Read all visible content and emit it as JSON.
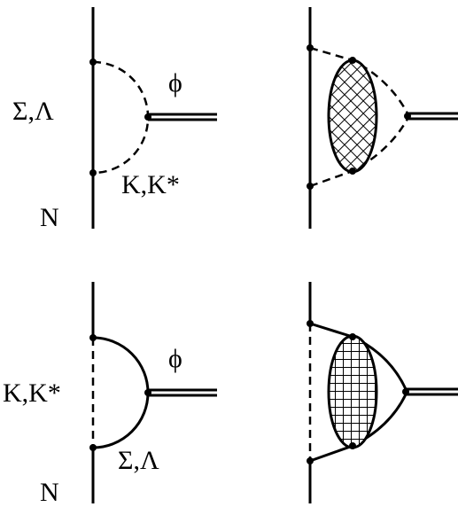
{
  "panels": {
    "top_left": {
      "baryon_label": "Σ,Λ",
      "meson_label": "K,K*",
      "phi_label": "ϕ",
      "nucleon_label": "N"
    },
    "bottom_left": {
      "meson_label": "K,K*",
      "baryon_label": "Σ,Λ",
      "phi_label": "ϕ",
      "nucleon_label": "N"
    }
  }
}
